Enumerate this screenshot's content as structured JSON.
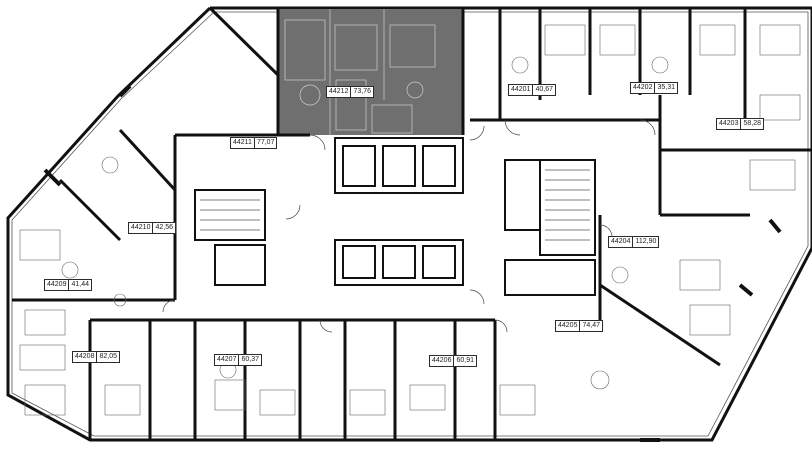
{
  "plan": {
    "selected_unit": "44212",
    "colors": {
      "background": "#ffffff",
      "wall": "#111111",
      "line": "#555555",
      "highlight": "#6f6f6f",
      "highlight_line": "#cfcfcf"
    },
    "units": [
      {
        "id": "44212",
        "area": "73,76"
      },
      {
        "id": "44201",
        "area": "40,67"
      },
      {
        "id": "44202",
        "area": "35,31"
      },
      {
        "id": "44203",
        "area": "58,28"
      },
      {
        "id": "44211",
        "area": "77,07"
      },
      {
        "id": "44210",
        "area": "42,56"
      },
      {
        "id": "44204",
        "area": "112,90"
      },
      {
        "id": "44209",
        "area": "41,44"
      },
      {
        "id": "44205",
        "area": "74,47"
      },
      {
        "id": "44208",
        "area": "82,05"
      },
      {
        "id": "44207",
        "area": "60,37"
      },
      {
        "id": "44206",
        "area": "60,91"
      }
    ]
  }
}
